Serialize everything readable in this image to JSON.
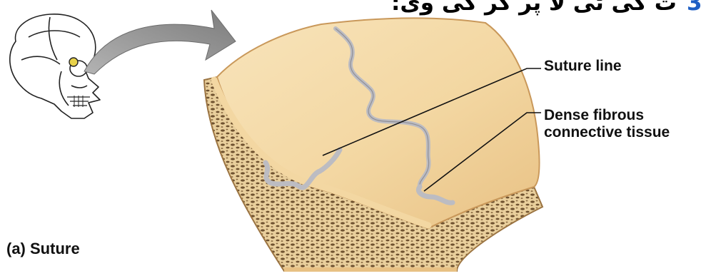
{
  "heading": {
    "text": "ت کی ٹی لا پر کر کی وی:",
    "number": "3",
    "number_color": "#1f5fc4"
  },
  "labels": {
    "suture_line": "Suture line",
    "dense_line1": "Dense fibrous",
    "dense_line2": "connective tissue"
  },
  "caption": "(a) Suture",
  "colors": {
    "bone_surface": "#f3d7a2",
    "bone_edge": "#d9ad6c",
    "spongy_bone": "#8a6b45",
    "suture": "#b8b8bc",
    "arrow": "#8f8f8f",
    "highlight": "#e8d24a"
  }
}
